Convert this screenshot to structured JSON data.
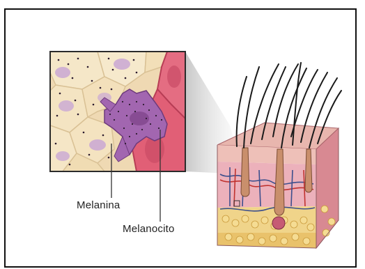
{
  "labels": {
    "melanina": "Melanina",
    "melanocito": "Melanocito"
  },
  "colors": {
    "border": "#111111",
    "cell_cream": "#f3e3c0",
    "cell_purple_nucleus": "#c7a5d3",
    "melanocyte_purple": "#9c5fa8",
    "red_cell": "#d9536a",
    "skin_pink": "#e9a3ae",
    "hair": "#1a1a1a",
    "fat_yellow": "#e9c26b"
  },
  "icons": [
    "skin-cross-section-illustration",
    "cell-magnification-illustration"
  ]
}
